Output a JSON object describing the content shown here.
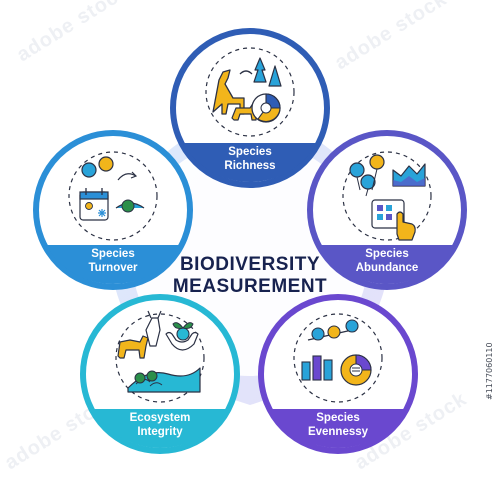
{
  "title": {
    "line1": "BIODIVERSITY",
    "line2": "MEASUREMENT"
  },
  "nodes": [
    {
      "id": "species-richness",
      "line1": "Species",
      "line2": "Richness",
      "color": "#2f5db5",
      "icons": [
        "giraffe-icon",
        "tree-icon",
        "bird-icon",
        "dog-icon",
        "pie-chart-icon"
      ]
    },
    {
      "id": "species-abundance",
      "line1": "Species",
      "line2": "Abundance",
      "color": "#5a56c6",
      "icons": [
        "fish-balloon-icon",
        "area-chart-icon",
        "hand-pointer-icon",
        "grid-icon"
      ]
    },
    {
      "id": "species-evennessy",
      "line1": "Species",
      "line2": "Evennessy",
      "color": "#6a48cf",
      "icons": [
        "balance-scale-icon",
        "bar-chart-icon",
        "donut-chart-icon"
      ]
    },
    {
      "id": "ecosystem-integrity",
      "line1": "Ecosystem",
      "line2": "Integrity",
      "color": "#27b8d4",
      "icons": [
        "cow-icon",
        "goat-icon",
        "sprout-hands-icon",
        "landscape-icon"
      ]
    },
    {
      "id": "species-turnover",
      "line1": "Species",
      "line2": "Turnover",
      "color": "#2b8fd7",
      "icons": [
        "calendar-icon",
        "sun-icon",
        "snowflake-icon",
        "fish-balloon-icon",
        "globe-icon"
      ]
    }
  ],
  "watermark": {
    "text": "adobe stock",
    "id": "#1177060110"
  }
}
